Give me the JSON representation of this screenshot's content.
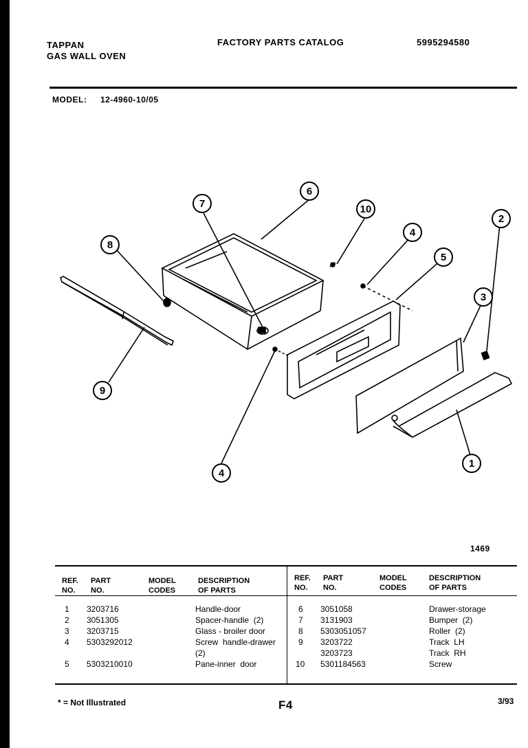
{
  "header": {
    "brand": "TAPPAN",
    "product": "GAS WALL OVEN",
    "catalog_title": "FACTORY PARTS CATALOG",
    "catalog_number": "5995294580",
    "model_label": "MODEL:",
    "model_number": "12-4960-10/05"
  },
  "diagram": {
    "drawing_number": "1469",
    "callouts": [
      "1",
      "2",
      "3",
      "4",
      "4",
      "5",
      "6",
      "7",
      "8",
      "9",
      "10"
    ]
  },
  "table": {
    "headers": {
      "ref": "REF.\nNO.",
      "part": "PART\nNO.",
      "model": "MODEL\nCODES",
      "desc": "DESCRIPTION\nOF PARTS"
    },
    "left_rows": [
      {
        "ref": "1",
        "part": "3203716",
        "desc": "Handle-door"
      },
      {
        "ref": "2",
        "part": "3051305",
        "desc": "Spacer-handle  (2)"
      },
      {
        "ref": "3",
        "part": "3203715",
        "desc": "Glass - broiler door"
      },
      {
        "ref": "4",
        "part": "5303292012",
        "desc": "Screw  handle-drawer"
      },
      {
        "ref": "",
        "part": "",
        "desc": "(2)"
      },
      {
        "ref": "5",
        "part": "5303210010",
        "desc": "Pane-inner  door"
      }
    ],
    "right_rows": [
      {
        "ref": "6",
        "part": "3051058",
        "desc": "Drawer-storage"
      },
      {
        "ref": "7",
        "part": "3131903",
        "desc": "Bumper  (2)"
      },
      {
        "ref": "8",
        "part": "5303051057",
        "desc": "Roller  (2)"
      },
      {
        "ref": "9",
        "part": "3203722",
        "desc": "Track  LH"
      },
      {
        "ref": "",
        "part": "3203723",
        "desc": "Track  RH"
      },
      {
        "ref": "10",
        "part": "5301184563",
        "desc": "Screw"
      }
    ]
  },
  "footer": {
    "note": "* = Not Illustrated",
    "page_code": "F4",
    "date": "3/93"
  }
}
